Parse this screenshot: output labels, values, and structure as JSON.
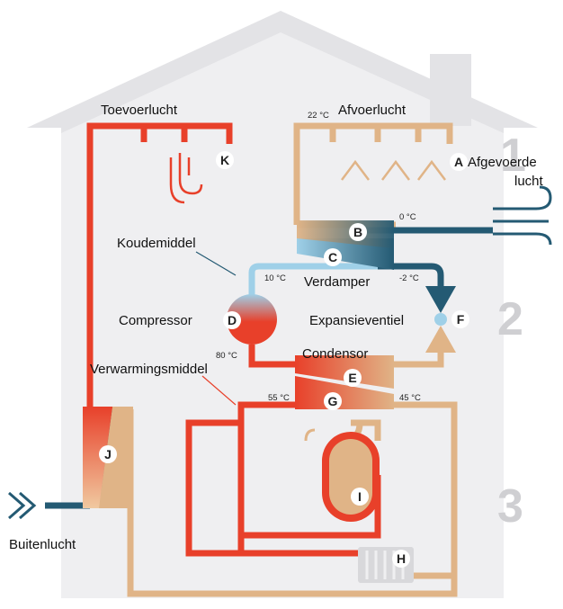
{
  "labels": {
    "supply_air": "Toevoerlucht",
    "exhaust_air": "Afvoerlucht",
    "discharged_air_line1": "Afgevoerde",
    "discharged_air_line2": "lucht",
    "refrigerant": "Koudemiddel",
    "evaporator": "Verdamper",
    "compressor": "Compressor",
    "expansion_valve": "Expansieventiel",
    "condenser": "Condensor",
    "heating_medium": "Verwarmingsmiddel",
    "outdoor_air": "Buitenlucht"
  },
  "temperatures": {
    "exhaust": "22 °C",
    "evap_out": "0 °C",
    "evap_in_left": "10 °C",
    "evap_in_right": "-2 °C",
    "compressor_out": "80 °C",
    "heating_flow": "55 °C",
    "heating_return": "45 °C"
  },
  "components": [
    "A",
    "B",
    "C",
    "D",
    "E",
    "F",
    "G",
    "H",
    "I",
    "J",
    "K"
  ],
  "stages": [
    "1",
    "2",
    "3"
  ],
  "colors": {
    "hot": "#e8402a",
    "warm": "#e0b487",
    "cold_dark": "#245a73",
    "cold_light": "#9fd0e8",
    "house": "#ededef",
    "roof": "#e2e2e5"
  }
}
